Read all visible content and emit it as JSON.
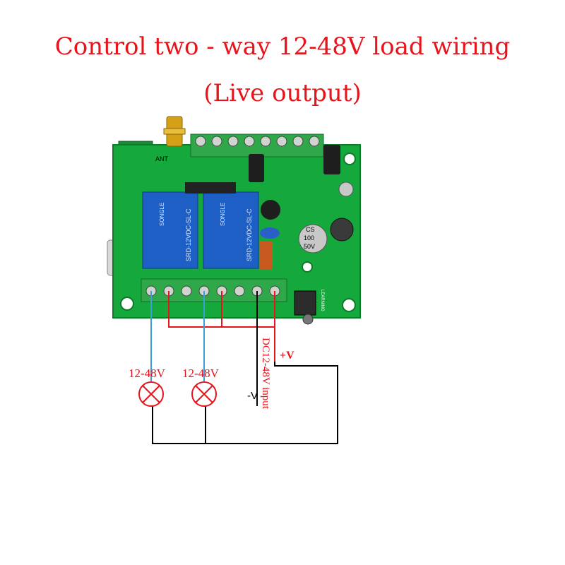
{
  "title": {
    "line1": "Control two - way 12-48V load wiring",
    "line2": "(Live output)"
  },
  "board": {
    "relay_text": "SRD-12VDC-SL-C",
    "relay_brand": "SONGLE",
    "cap_label_line1": "CS",
    "cap_label_line2": "100",
    "cap_label_line3": "50V",
    "ant_label": "ANT",
    "learning_label": "LEARNING"
  },
  "wiring": {
    "lamp1_label": "12-48V",
    "lamp2_label": "12-48V",
    "plus_label": "+V",
    "minus_label": "-V",
    "input_label": "DC12-48V input"
  },
  "colors": {
    "title": "#e8141b",
    "board": "#13a83a",
    "relay": "#1d5fc4",
    "terminal": "#2fa84a",
    "live_wire": "#e8141b",
    "lamp_wire": "#3aa0d8",
    "lamp": "#e8141b"
  }
}
